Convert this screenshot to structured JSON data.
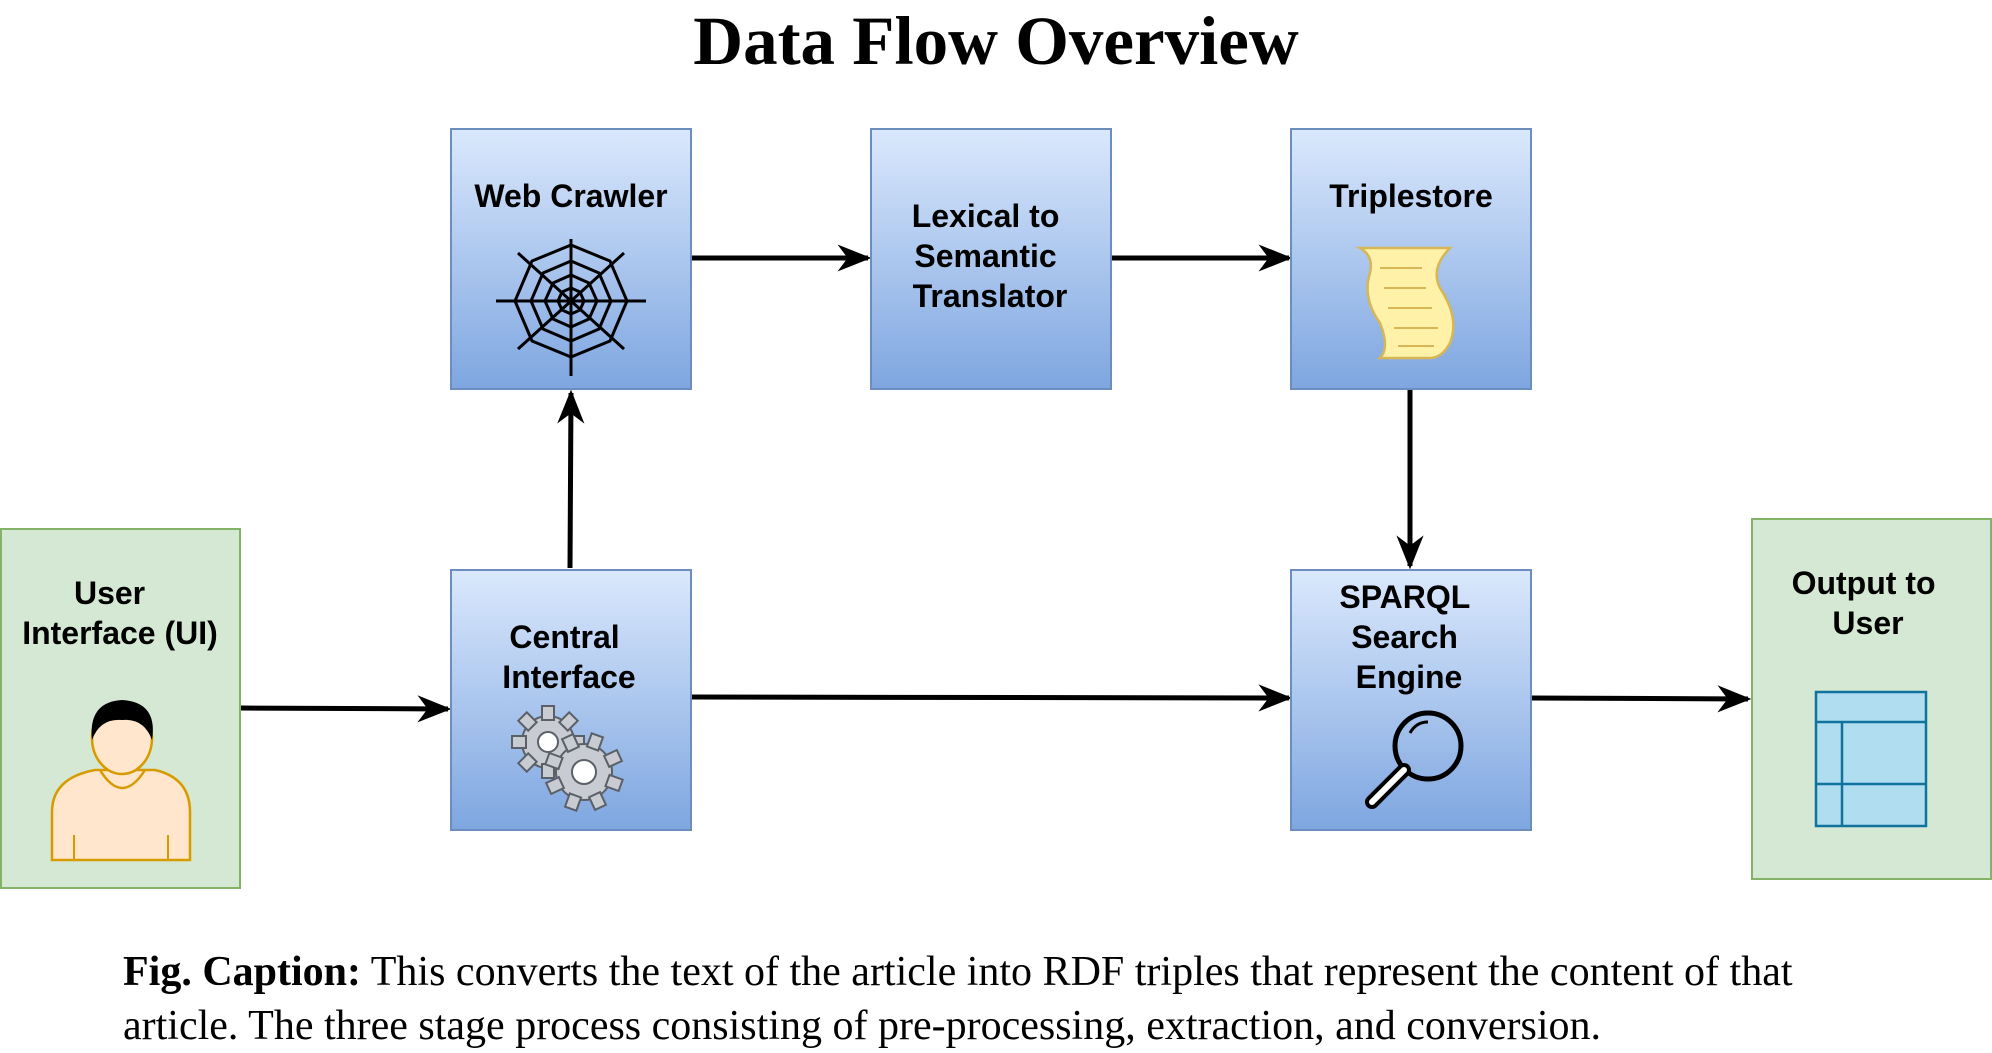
{
  "title": "Data Flow Overview",
  "nodes": {
    "web_crawler": {
      "label": "Web Crawler",
      "icon": "spider-web-icon"
    },
    "lexical": {
      "label_lines": [
        "Lexical to",
        "Semantic",
        "Translator"
      ]
    },
    "triplestore": {
      "label": "Triplestore",
      "icon": "scroll-icon"
    },
    "ui": {
      "label_lines": [
        "User",
        "Interface (UI)"
      ],
      "icon": "user-icon"
    },
    "central": {
      "label_lines": [
        "Central",
        "Interface"
      ],
      "icon": "gear-icon"
    },
    "sparql": {
      "label_lines": [
        "SPARQL",
        "Search",
        "Engine"
      ],
      "icon": "magnifier-icon"
    },
    "output": {
      "label_lines": [
        "Output to",
        "User"
      ],
      "icon": "table-icon"
    }
  },
  "colors": {
    "blue_top": "#dae8fc",
    "blue_bottom": "#7ea6e0",
    "blue_stroke": "#6c8ebf",
    "green_fill": "#d5e8d4",
    "green_stroke": "#82b366",
    "arrow": "#000000"
  },
  "caption": {
    "lead": "Fig. Caption:",
    "text": " This converts the text of the article into RDF triples that represent the content of that article. The three stage process consisting of pre-processing, extraction, and conversion."
  }
}
